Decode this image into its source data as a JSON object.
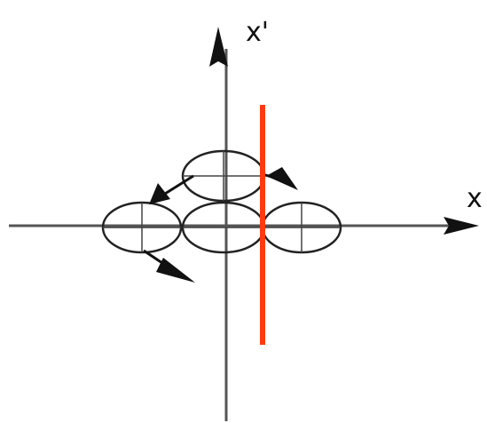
{
  "diagram": {
    "labels": {
      "x_axis": "x",
      "x_prime_axis": "x'"
    },
    "colors": {
      "axis": "#555555",
      "ellipse_stroke": "#222222",
      "arrow": "#111111",
      "red_line": "#ff3a10",
      "background": "#ffffff"
    },
    "ellipse_count": 4,
    "arrow_count": 3
  }
}
